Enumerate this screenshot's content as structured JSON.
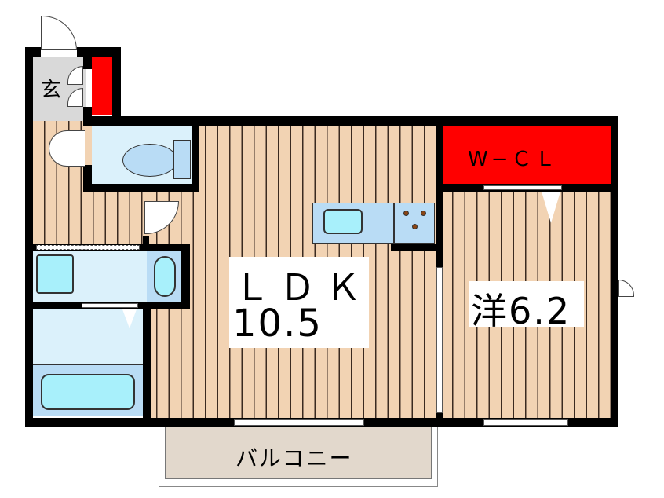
{
  "floorplan": {
    "rooms": {
      "genkan": {
        "label": "玄"
      },
      "wcl": {
        "label": "W−ＣＬ"
      },
      "ldk": {
        "label": "ＬＤＫ",
        "size": "10.5"
      },
      "western": {
        "label": "洋6.2"
      },
      "balcony": {
        "label": "バルコニー"
      }
    },
    "colors": {
      "wall": "#000000",
      "floor": "#f2d3b3",
      "storage": "#ff0000",
      "genkan": "#d9d9d9",
      "wet_area": "#dbf1fb",
      "fixture": "#b9dcf5",
      "balcony": "#e2d8cc"
    }
  }
}
